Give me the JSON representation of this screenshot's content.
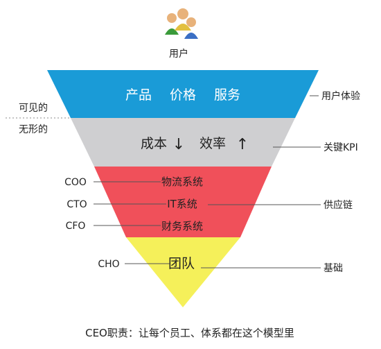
{
  "top": {
    "user_label": "用户",
    "icon": "users-group-icon"
  },
  "layers": [
    {
      "id": "product",
      "color": "#1a9bd7",
      "left_label": "",
      "right_label": "用户体验",
      "center": {
        "a": "产品",
        "b": "价格",
        "c": "服务"
      }
    },
    {
      "id": "efficiency",
      "color": "#cfcfd1",
      "right_label": "关键KPI",
      "center": {
        "cost": "成本",
        "cost_arrow": "↓",
        "eff": "效率",
        "eff_arrow": "↑"
      }
    },
    {
      "id": "supply",
      "color": "#f0505a",
      "right_label": "供应链",
      "rows": [
        {
          "role": "COO",
          "text": "物流系统"
        },
        {
          "role": "CTO",
          "text": "IT系统"
        },
        {
          "role": "CFO",
          "text": "财务系统"
        }
      ]
    },
    {
      "id": "team",
      "color": "#f5f05a",
      "right_label": "基础",
      "role": "CHO",
      "text": "团队"
    }
  ],
  "visibility": {
    "visible": "可见的",
    "invisible": "无形的"
  },
  "footer": "CEO职责：让每个员工、体系都在这个模型里"
}
